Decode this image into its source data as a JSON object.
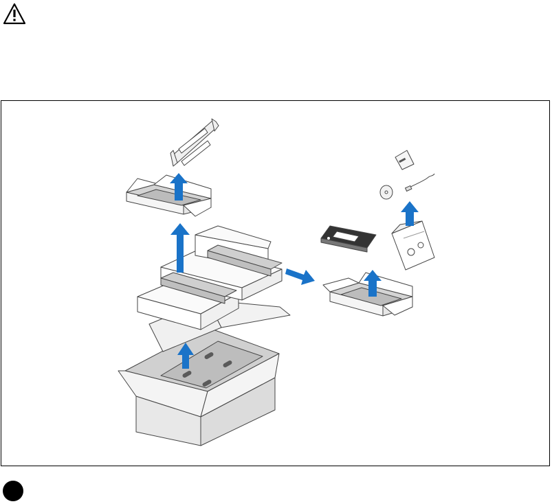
{
  "icons": {
    "warning": "warning-triangle-icon",
    "step": "step-bullet-icon"
  },
  "colors": {
    "arrow": "#1a73c8",
    "box_side": "#e6e6e6",
    "box_top": "#f2f2f2",
    "inner_dark": "#c8c8c8",
    "line": "#444444"
  },
  "figure": {
    "items": [
      "shipping-carton",
      "foam-insert",
      "rail-kit-box",
      "accessory-box",
      "rail-bracket",
      "front-bezel",
      "documentation",
      "cd",
      "cable",
      "accessory-pouch"
    ]
  }
}
